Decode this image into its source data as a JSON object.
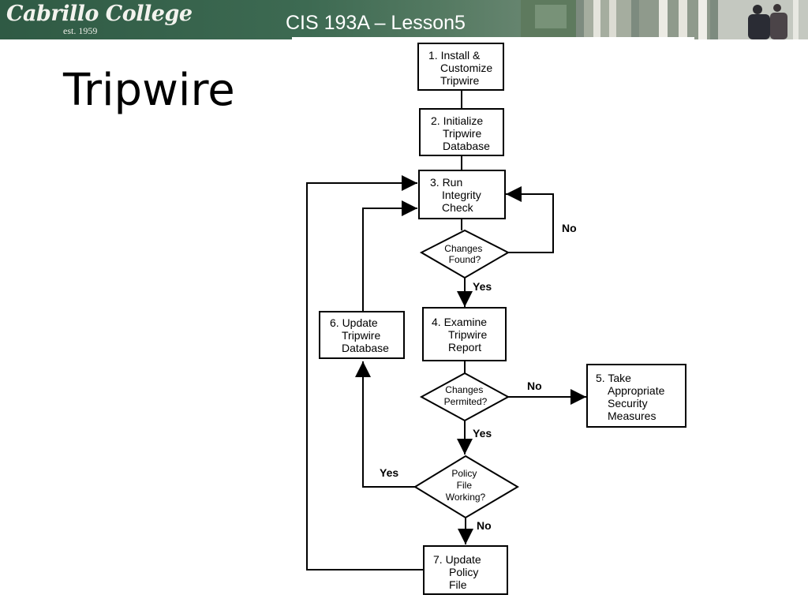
{
  "header": {
    "logo_text": "Cabrillo College",
    "logo_est": "est. 1959",
    "course_title": "CIS 193A – Lesson5"
  },
  "slide": {
    "title": "Tripwire"
  },
  "flowchart": {
    "step1": [
      "1. Install &",
      "Customize",
      "Tripwire"
    ],
    "step2": [
      "2. Initialize",
      "Tripwire",
      "Database"
    ],
    "step3": [
      "3. Run",
      "Integrity",
      "Check"
    ],
    "step4": [
      "4. Examine",
      "Tripwire",
      "Report"
    ],
    "step5": [
      "5. Take",
      "Appropriate",
      "Security",
      "Measures"
    ],
    "step6": [
      "6. Update",
      "Tripwire",
      "Database"
    ],
    "step7": [
      "7. Update",
      "Policy",
      "File"
    ],
    "decision1": [
      "Changes",
      "Found?"
    ],
    "decision2": [
      "Changes",
      "Permited?"
    ],
    "decision3": [
      "Policy",
      "File",
      "Working?"
    ],
    "edges": {
      "d1_no": "No",
      "d1_yes": "Yes",
      "d2_no": "No",
      "d2_yes": "Yes",
      "d3_yes": "Yes",
      "d3_no": "No"
    }
  }
}
